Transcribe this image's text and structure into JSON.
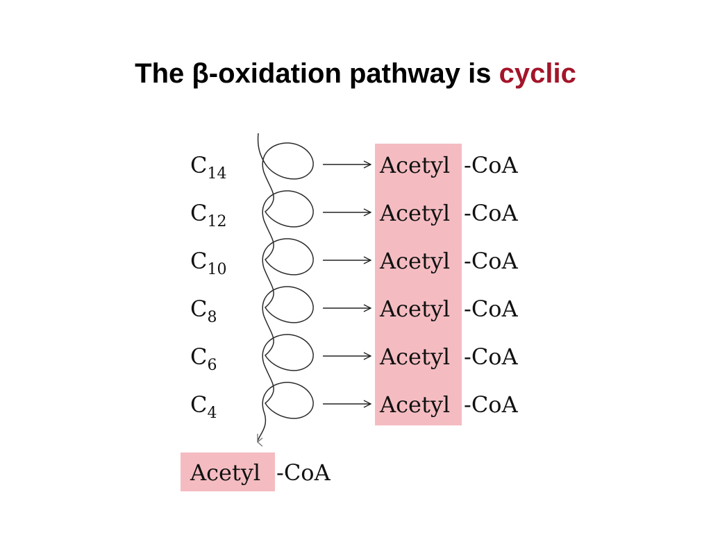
{
  "title": {
    "prefix": "The β-oxidation pathway is ",
    "accent": "cyclic",
    "accent_color": "#a3152a"
  },
  "diagram": {
    "highlight_color": "#f4bcc1",
    "rows": [
      {
        "carbon_symbol": "C",
        "carbon_subscript": "14",
        "product_highlighted": "Acetyl",
        "product_suffix": "-CoA"
      },
      {
        "carbon_symbol": "C",
        "carbon_subscript": "12",
        "product_highlighted": "Acetyl",
        "product_suffix": "-CoA"
      },
      {
        "carbon_symbol": "C",
        "carbon_subscript": "10",
        "product_highlighted": "Acetyl",
        "product_suffix": "-CoA"
      },
      {
        "carbon_symbol": "C",
        "carbon_subscript": "8",
        "product_highlighted": "Acetyl",
        "product_suffix": "-CoA"
      },
      {
        "carbon_symbol": "C",
        "carbon_subscript": "6",
        "product_highlighted": "Acetyl",
        "product_suffix": "-CoA"
      },
      {
        "carbon_symbol": "C",
        "carbon_subscript": "4",
        "product_highlighted": "Acetyl",
        "product_suffix": "-CoA"
      }
    ],
    "final_product": {
      "highlighted": "Acetyl",
      "suffix": "-CoA"
    }
  }
}
